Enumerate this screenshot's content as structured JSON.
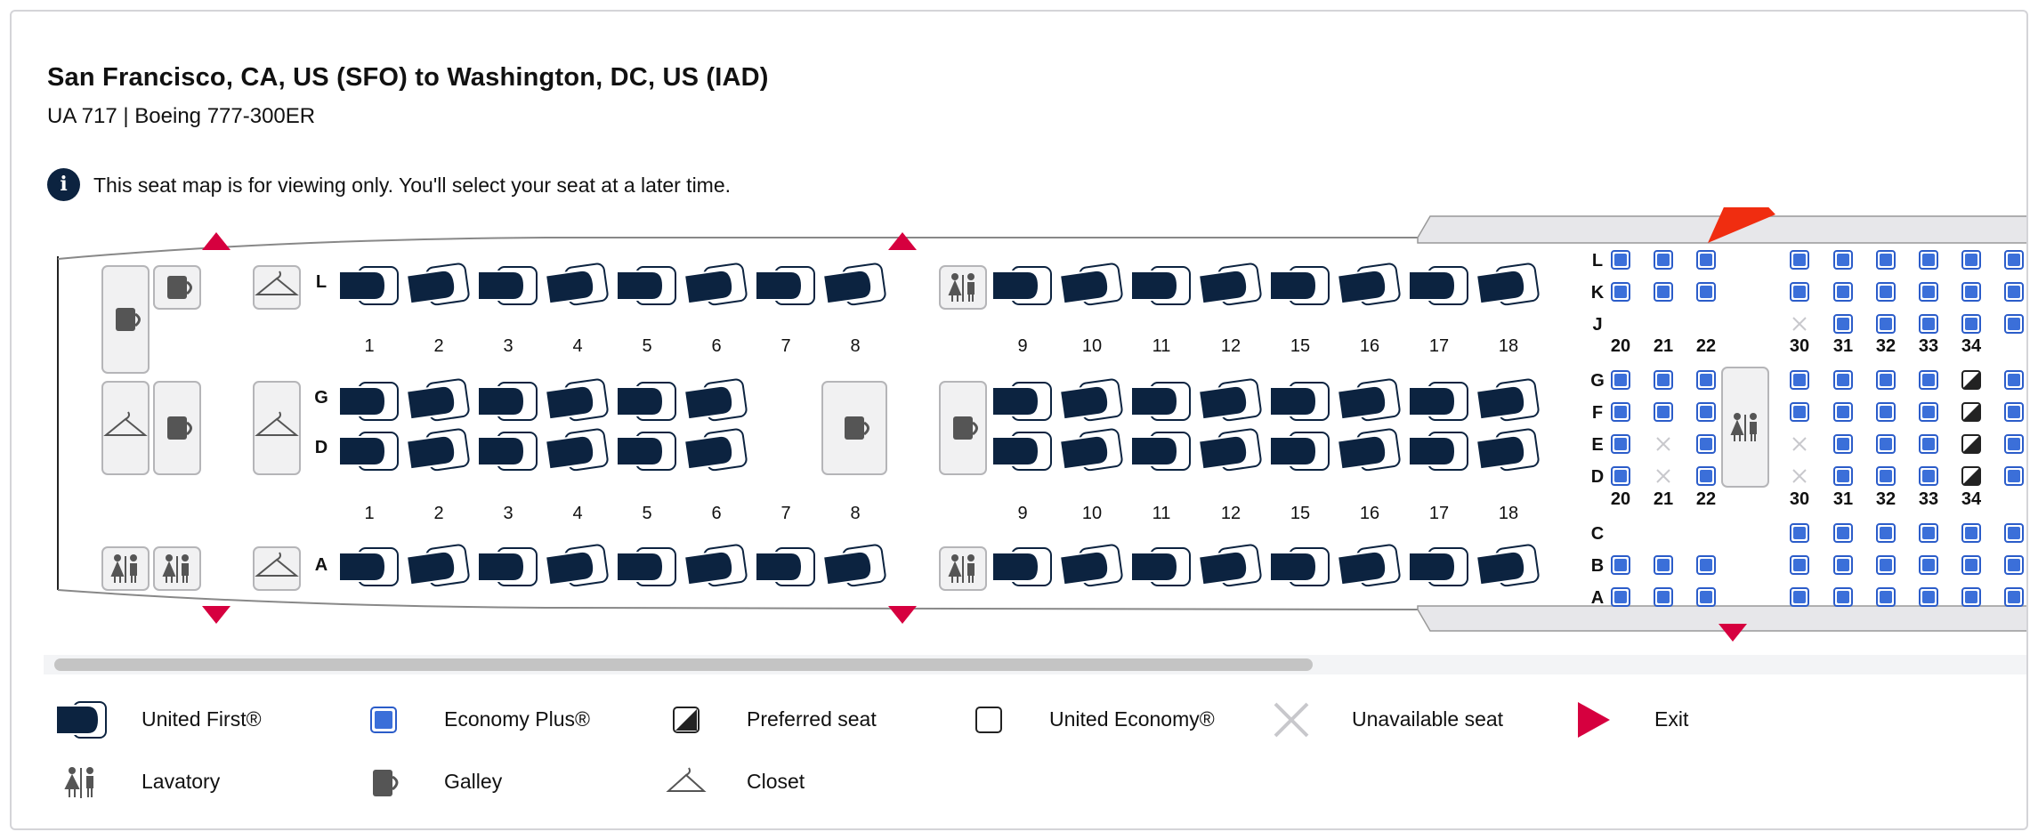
{
  "flight": {
    "route": "San Francisco, CA, US (SFO) to Washington, DC, US (IAD)",
    "details": "UA 717 | Boeing 777-300ER",
    "notice": "This seat map is for viewing only. You'll select your seat at a later time."
  },
  "seat_map": {
    "first_rows": [
      "1",
      "2",
      "3",
      "4",
      "5",
      "6",
      "7",
      "8"
    ],
    "business_rows": [
      "9",
      "10",
      "11",
      "12",
      "15",
      "16",
      "17",
      "18"
    ],
    "economy_rows_front": [
      "20",
      "21",
      "22"
    ],
    "economy_rows_rear": [
      "30",
      "31",
      "32",
      "33",
      "34"
    ],
    "first_column_letters": [
      "L",
      "G",
      "D",
      "A"
    ],
    "economy_column_letters": [
      "L",
      "K",
      "J",
      "G",
      "F",
      "E",
      "D",
      "C",
      "B",
      "A"
    ]
  },
  "legend": [
    {
      "icon": "united-first-seat-icon",
      "label": "United First®"
    },
    {
      "icon": "economy-plus-seat-icon",
      "label": "Economy Plus®"
    },
    {
      "icon": "preferred-seat-icon",
      "label": "Preferred seat"
    },
    {
      "icon": "united-economy-seat-icon",
      "label": "United Economy®"
    },
    {
      "icon": "unavailable-seat-icon",
      "label": "Unavailable seat"
    },
    {
      "icon": "exit-icon",
      "label": "Exit"
    },
    {
      "icon": "lavatory-icon",
      "label": "Lavatory"
    },
    {
      "icon": "galley-icon",
      "label": "Galley"
    },
    {
      "icon": "closet-icon",
      "label": "Closet"
    }
  ],
  "colors": {
    "first_seat": "#0c2340",
    "economy_plus": "#3b6fd9",
    "exit": "#d6003f",
    "annotation_arrow": "#f02d10"
  }
}
